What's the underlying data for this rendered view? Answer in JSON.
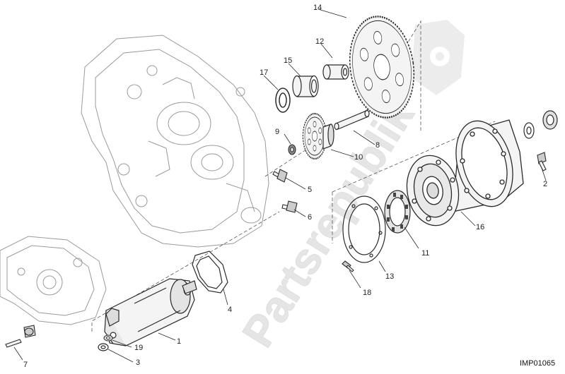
{
  "diagram": {
    "reference_code": "IMP01065",
    "watermark_text": "Partsrepublik",
    "part_numbers": [
      "1",
      "2",
      "3",
      "4",
      "5",
      "6",
      "7",
      "8",
      "9",
      "10",
      "11",
      "12",
      "13",
      "14",
      "15",
      "16",
      "17",
      "18",
      "19"
    ]
  },
  "colors": {
    "line": "#2a2a2a",
    "engine_line": "#9a9a9a",
    "gear_fill": "#f4f4f4",
    "watermark": "#d0d0d0"
  }
}
